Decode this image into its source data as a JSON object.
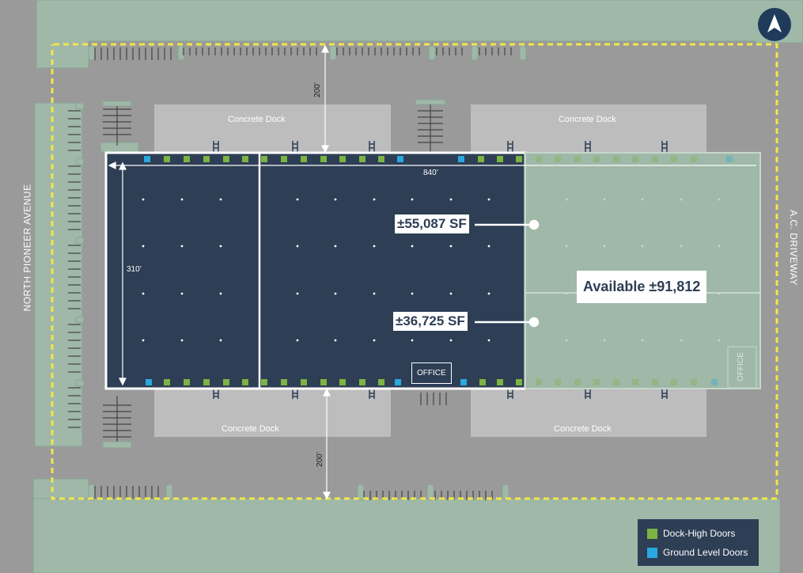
{
  "site_plan": {
    "docks": {
      "top_left": "Concrete Dock",
      "top_right": "Concrete Dock",
      "bottom_left": "Concrete Dock",
      "bottom_right": "Concrete Dock"
    },
    "dimensions": {
      "top_setback": "200’",
      "bottom_setback": "200’",
      "length": "840’",
      "depth": "310’"
    },
    "roads": {
      "west": "NORTH PIONEER AVENUE",
      "east": "A.C. DRIVEWAY"
    },
    "suites": {
      "upper": "±55,087 SF",
      "lower": "±36,725 SF",
      "available": "Available ±91,812"
    },
    "office_labels": {
      "main": "OFFICE",
      "east": "OFFICE"
    }
  },
  "legend": {
    "dock_high": "Dock-High Doors",
    "ground_level": "Ground Level Doors"
  },
  "colors": {
    "background": "#9a9a9a",
    "landscape": "#9fb8a8",
    "dock_pad": "#bdbdbd",
    "building": "#2d3e55",
    "available": "#9fb8a8",
    "dock_high_door": "#7cb342",
    "ground_level_door": "#29a8e0",
    "property_line": "#f1e64a"
  },
  "icons": {
    "north_arrow": "north-arrow-icon"
  }
}
